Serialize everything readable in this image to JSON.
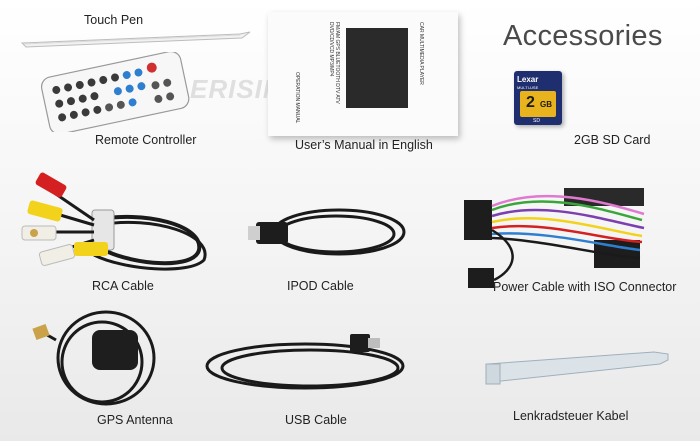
{
  "title": "Accessories",
  "watermark": "ERISIN",
  "items": {
    "touch_pen": "Touch Pen",
    "remote": "Remote Controller",
    "manual": "User’s Manual in English",
    "sd_card": "2GB SD Card",
    "rca": "RCA Cable",
    "ipod": "IPOD Cable",
    "power": "Power Cable with ISO Connector",
    "gps": "GPS Antenna",
    "usb": "USB Cable",
    "lenkrad": "Lenkradsteuer Kabel"
  },
  "manual_cover": {
    "line1": "CAR MULTIMEDIA PLAYER",
    "line2": "FM/AM GPS BLUETOOTH DTV ATV DVD/CD/VCD MP3/MP4",
    "line3": "OPERATION MANUAL"
  },
  "sd_card_text": {
    "brand": "Lexar",
    "sub": "MULTI-USE",
    "capacity": "2",
    "unit": "GB",
    "footer": "SD"
  },
  "colors": {
    "title": "#4a4a4a",
    "label": "#222222",
    "card_gold": "#e8b31c",
    "rca_red": "#d42020",
    "rca_yellow": "#f2d21a",
    "rca_white": "#f1eee6"
  }
}
